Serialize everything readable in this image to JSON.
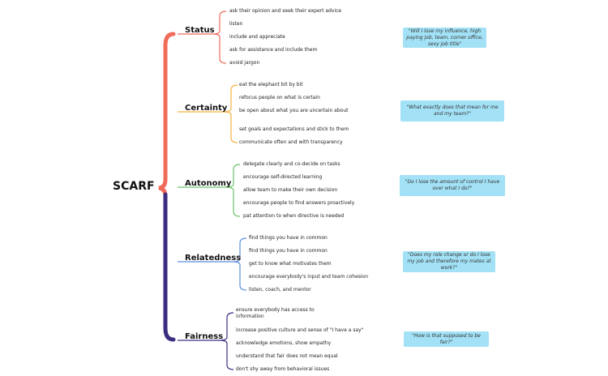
{
  "root": "SCARF",
  "colors": {
    "status": "#f06b5a",
    "certainty": "#f5b33c",
    "autonomy": "#6ec16a",
    "relatedness": "#5b8fe0",
    "fairness": "#3d2d80",
    "note_bg": "#a3e2f6"
  },
  "branches": [
    {
      "name": "Status",
      "items": [
        "ask their opinion and seek their expert advice",
        "listen",
        "include and appreciate",
        "ask for assistance and include them",
        "avoid jargon"
      ],
      "note": "\"Will I lose my influence, high paying job, team, corner office, sexy job title\""
    },
    {
      "name": "Certainty",
      "items": [
        "eat the elephant bit by bit",
        "refocus people on what is certain",
        "be open about what you are uncertain about",
        "set goals and expectations and stick to them",
        "communicate often and with transparency"
      ],
      "note": "\"What exactly does that mean for me and my team?\""
    },
    {
      "name": "Autonomy",
      "items": [
        "delegate clearly and co-decide on tasks",
        "encourage self-directed learning",
        "allow team to make their own decision",
        "encourage people to find answers proactively",
        "pat attention to when directive is needed"
      ],
      "note": "\"Do I lose the amount of control I have over what I do?\""
    },
    {
      "name": "Relatedness",
      "items": [
        "find things you have in common",
        "find things you have in common",
        "get to know what motivates them",
        "encourage everybody's input and team cohesion",
        "listen, coach, and mentor"
      ],
      "note": "\"Does my role change or do I lose my job and therefore my mates at work?\""
    },
    {
      "name": "Fairness",
      "items": [
        "ensure everybody has access to information",
        "increase positive culture and sense of \"I have a say\"",
        "acknowledge emotions, show empathy",
        "understand that fair does not mean equal",
        "don't shy away from behavioral issues"
      ],
      "note": "\"How is that supposed to be fair?\""
    }
  ]
}
